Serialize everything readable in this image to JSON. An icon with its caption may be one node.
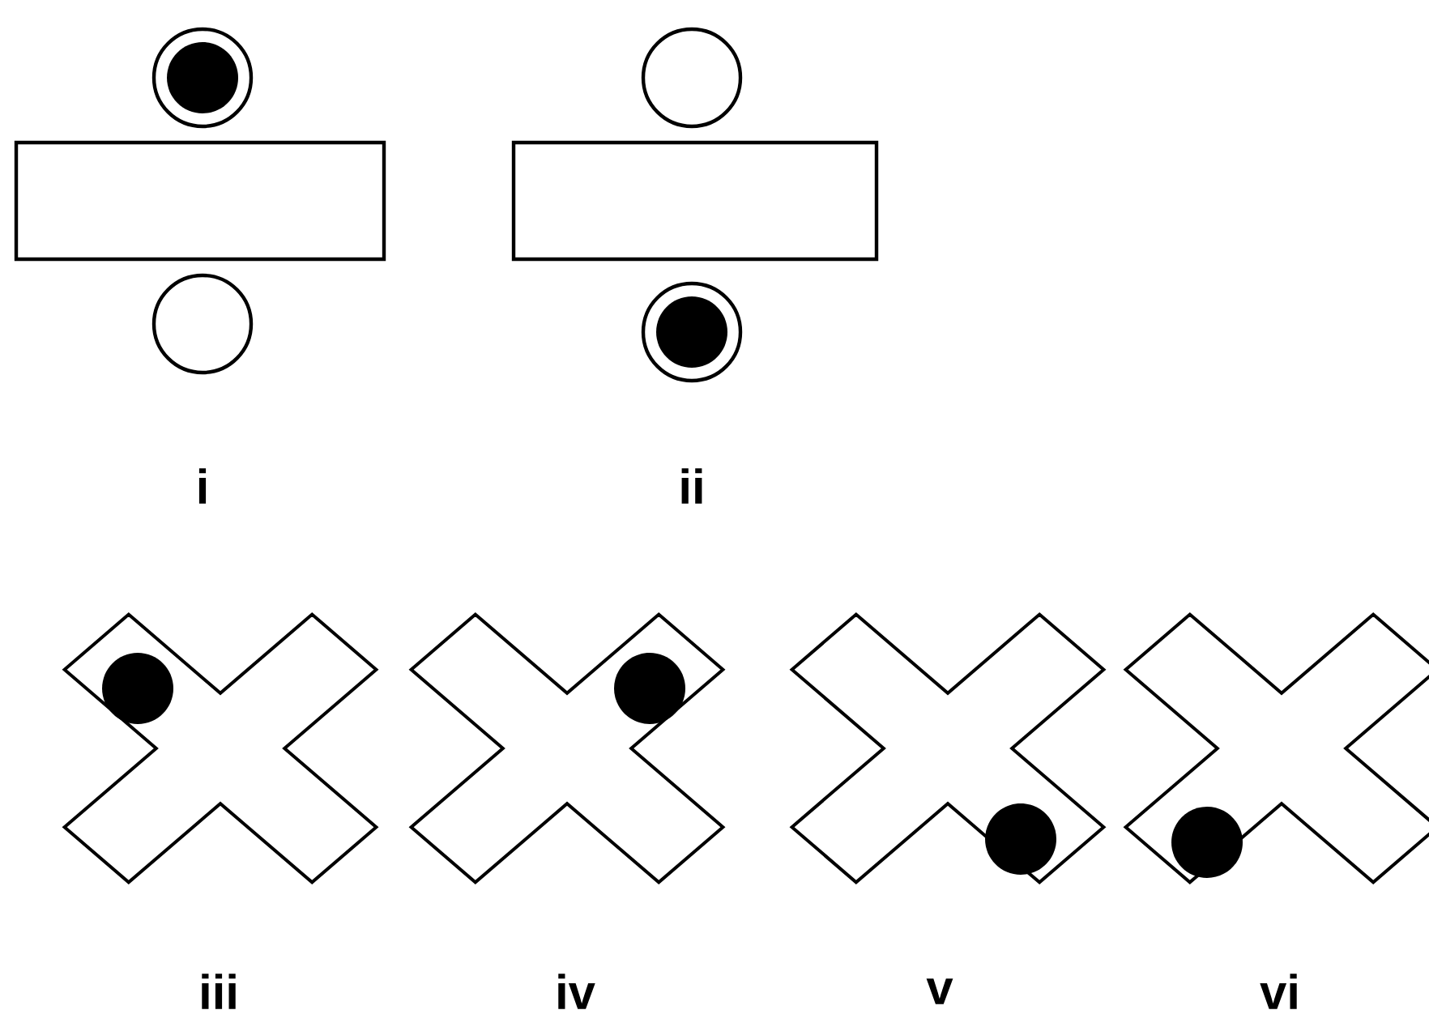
{
  "diagram": {
    "labels": [
      "i",
      "ii",
      "iii",
      "iv",
      "v",
      "vi"
    ]
  }
}
